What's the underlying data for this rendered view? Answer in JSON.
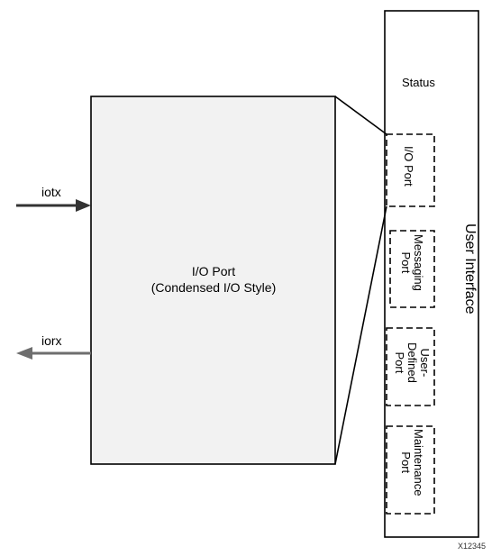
{
  "main_block": {
    "title": "I/O Port",
    "subtitle": "(Condensed I/O Style)"
  },
  "signals": {
    "input": "iotx",
    "output": "iorx"
  },
  "user_interface": {
    "title": "User Interface",
    "status": "Status",
    "ports": [
      {
        "label": "I/O Port"
      },
      {
        "label": "Messaging\nPort"
      },
      {
        "label": "User-\nDefined\nPort"
      },
      {
        "label": "Maintenance\nPort"
      }
    ]
  },
  "figure_id": "X12345",
  "colors": {
    "block_fill": "#f2f2f2",
    "stroke": "#000000",
    "iotx_arrow": "#333333",
    "iorx_arrow": "#6e6e6e"
  }
}
